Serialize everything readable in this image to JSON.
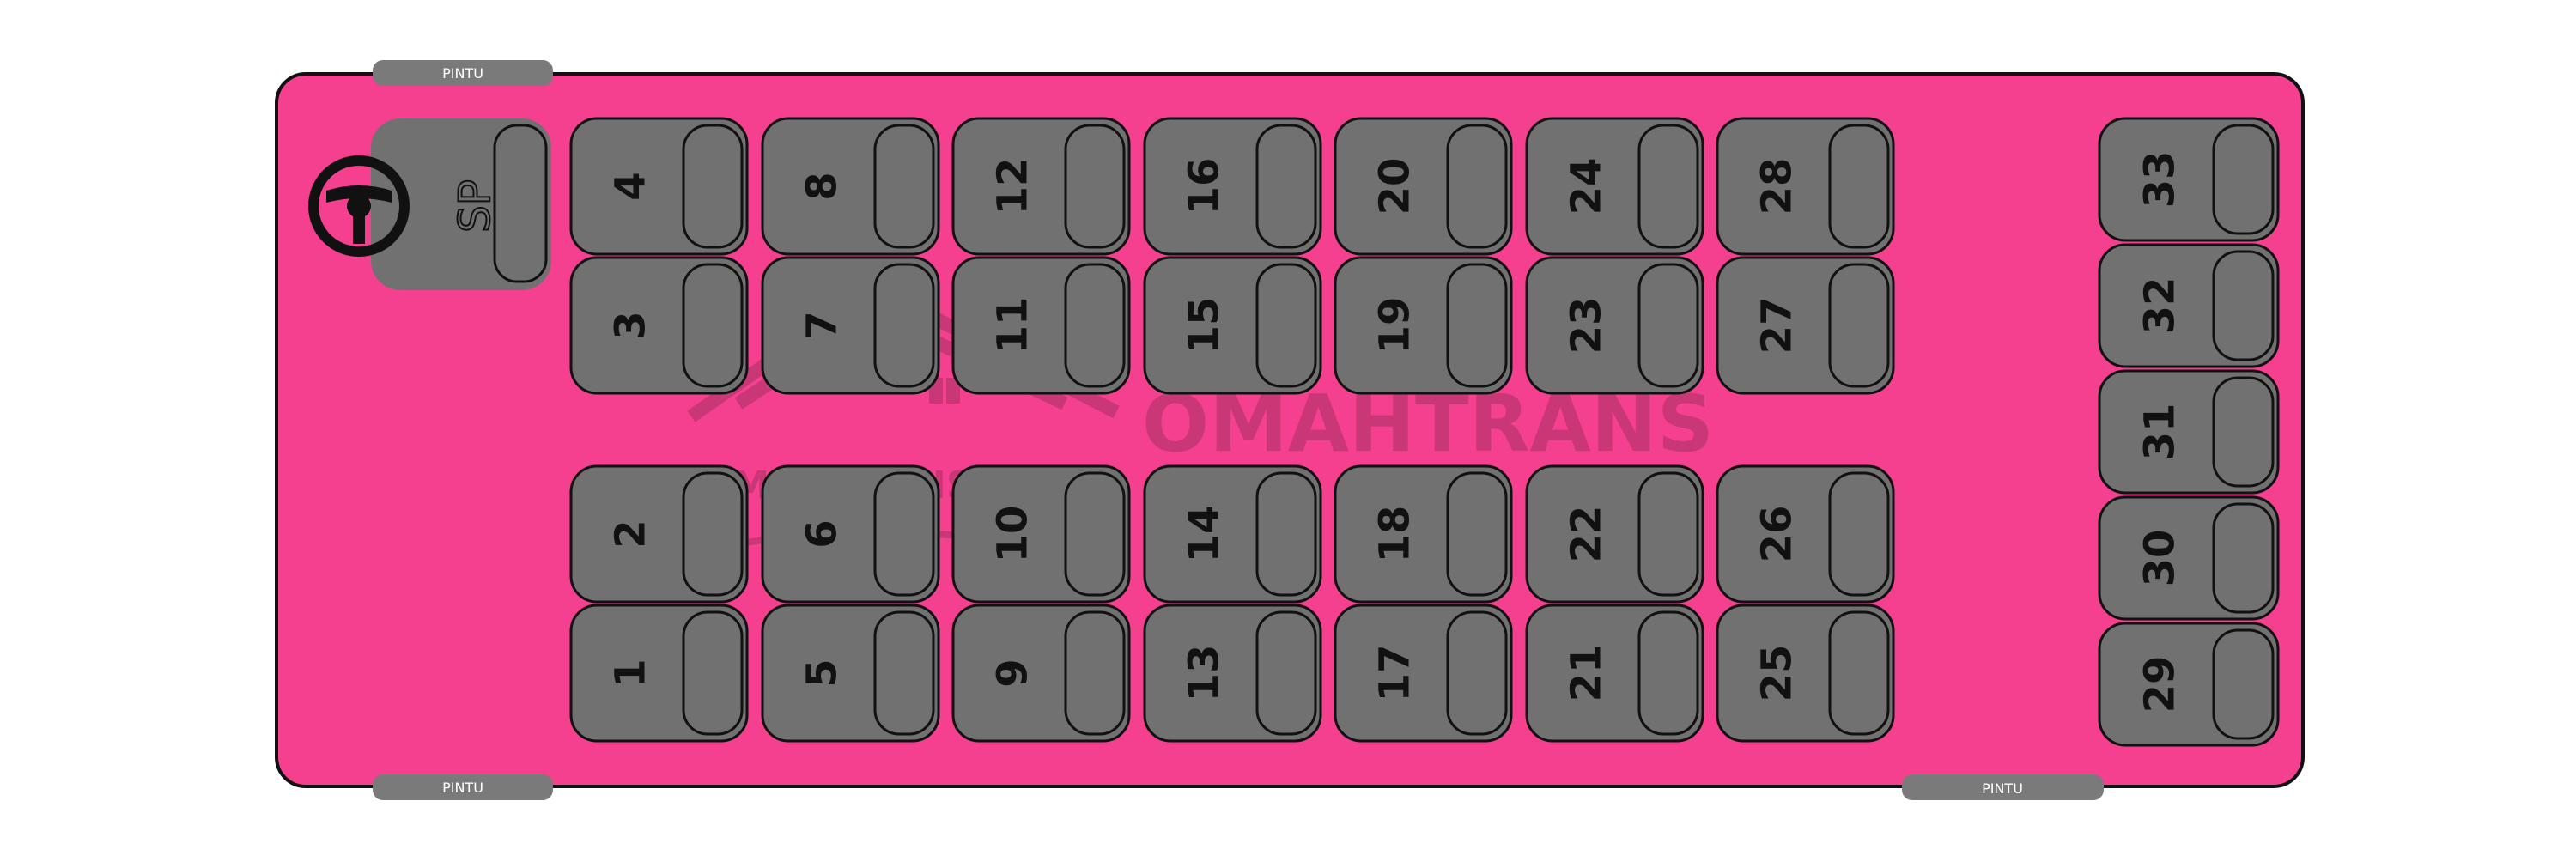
{
  "doors": [
    {
      "label": "PINTU"
    },
    {
      "label": "PINTU"
    },
    {
      "label": "PINTU"
    }
  ],
  "driver_seat": {
    "label": "SP"
  },
  "watermark": {
    "main": "OMAHTRANS",
    "small": "OMAHTRANS"
  },
  "seats": {
    "top_rear_row": [
      "4",
      "8",
      "12",
      "16",
      "20",
      "24",
      "28"
    ],
    "top_window_row": [
      "3",
      "7",
      "11",
      "15",
      "19",
      "23",
      "27"
    ],
    "bottom_aisle_row": [
      "2",
      "6",
      "10",
      "14",
      "18",
      "22",
      "26"
    ],
    "bottom_window_row": [
      "1",
      "5",
      "9",
      "13",
      "17",
      "21",
      "25"
    ],
    "back_row": [
      "33",
      "32",
      "31",
      "30",
      "29"
    ]
  },
  "colors": {
    "bus_body": "#f4408e",
    "seat": "#727171",
    "door": "#7a7a7a",
    "outline": "#111111",
    "watermark": "#b8336f"
  }
}
